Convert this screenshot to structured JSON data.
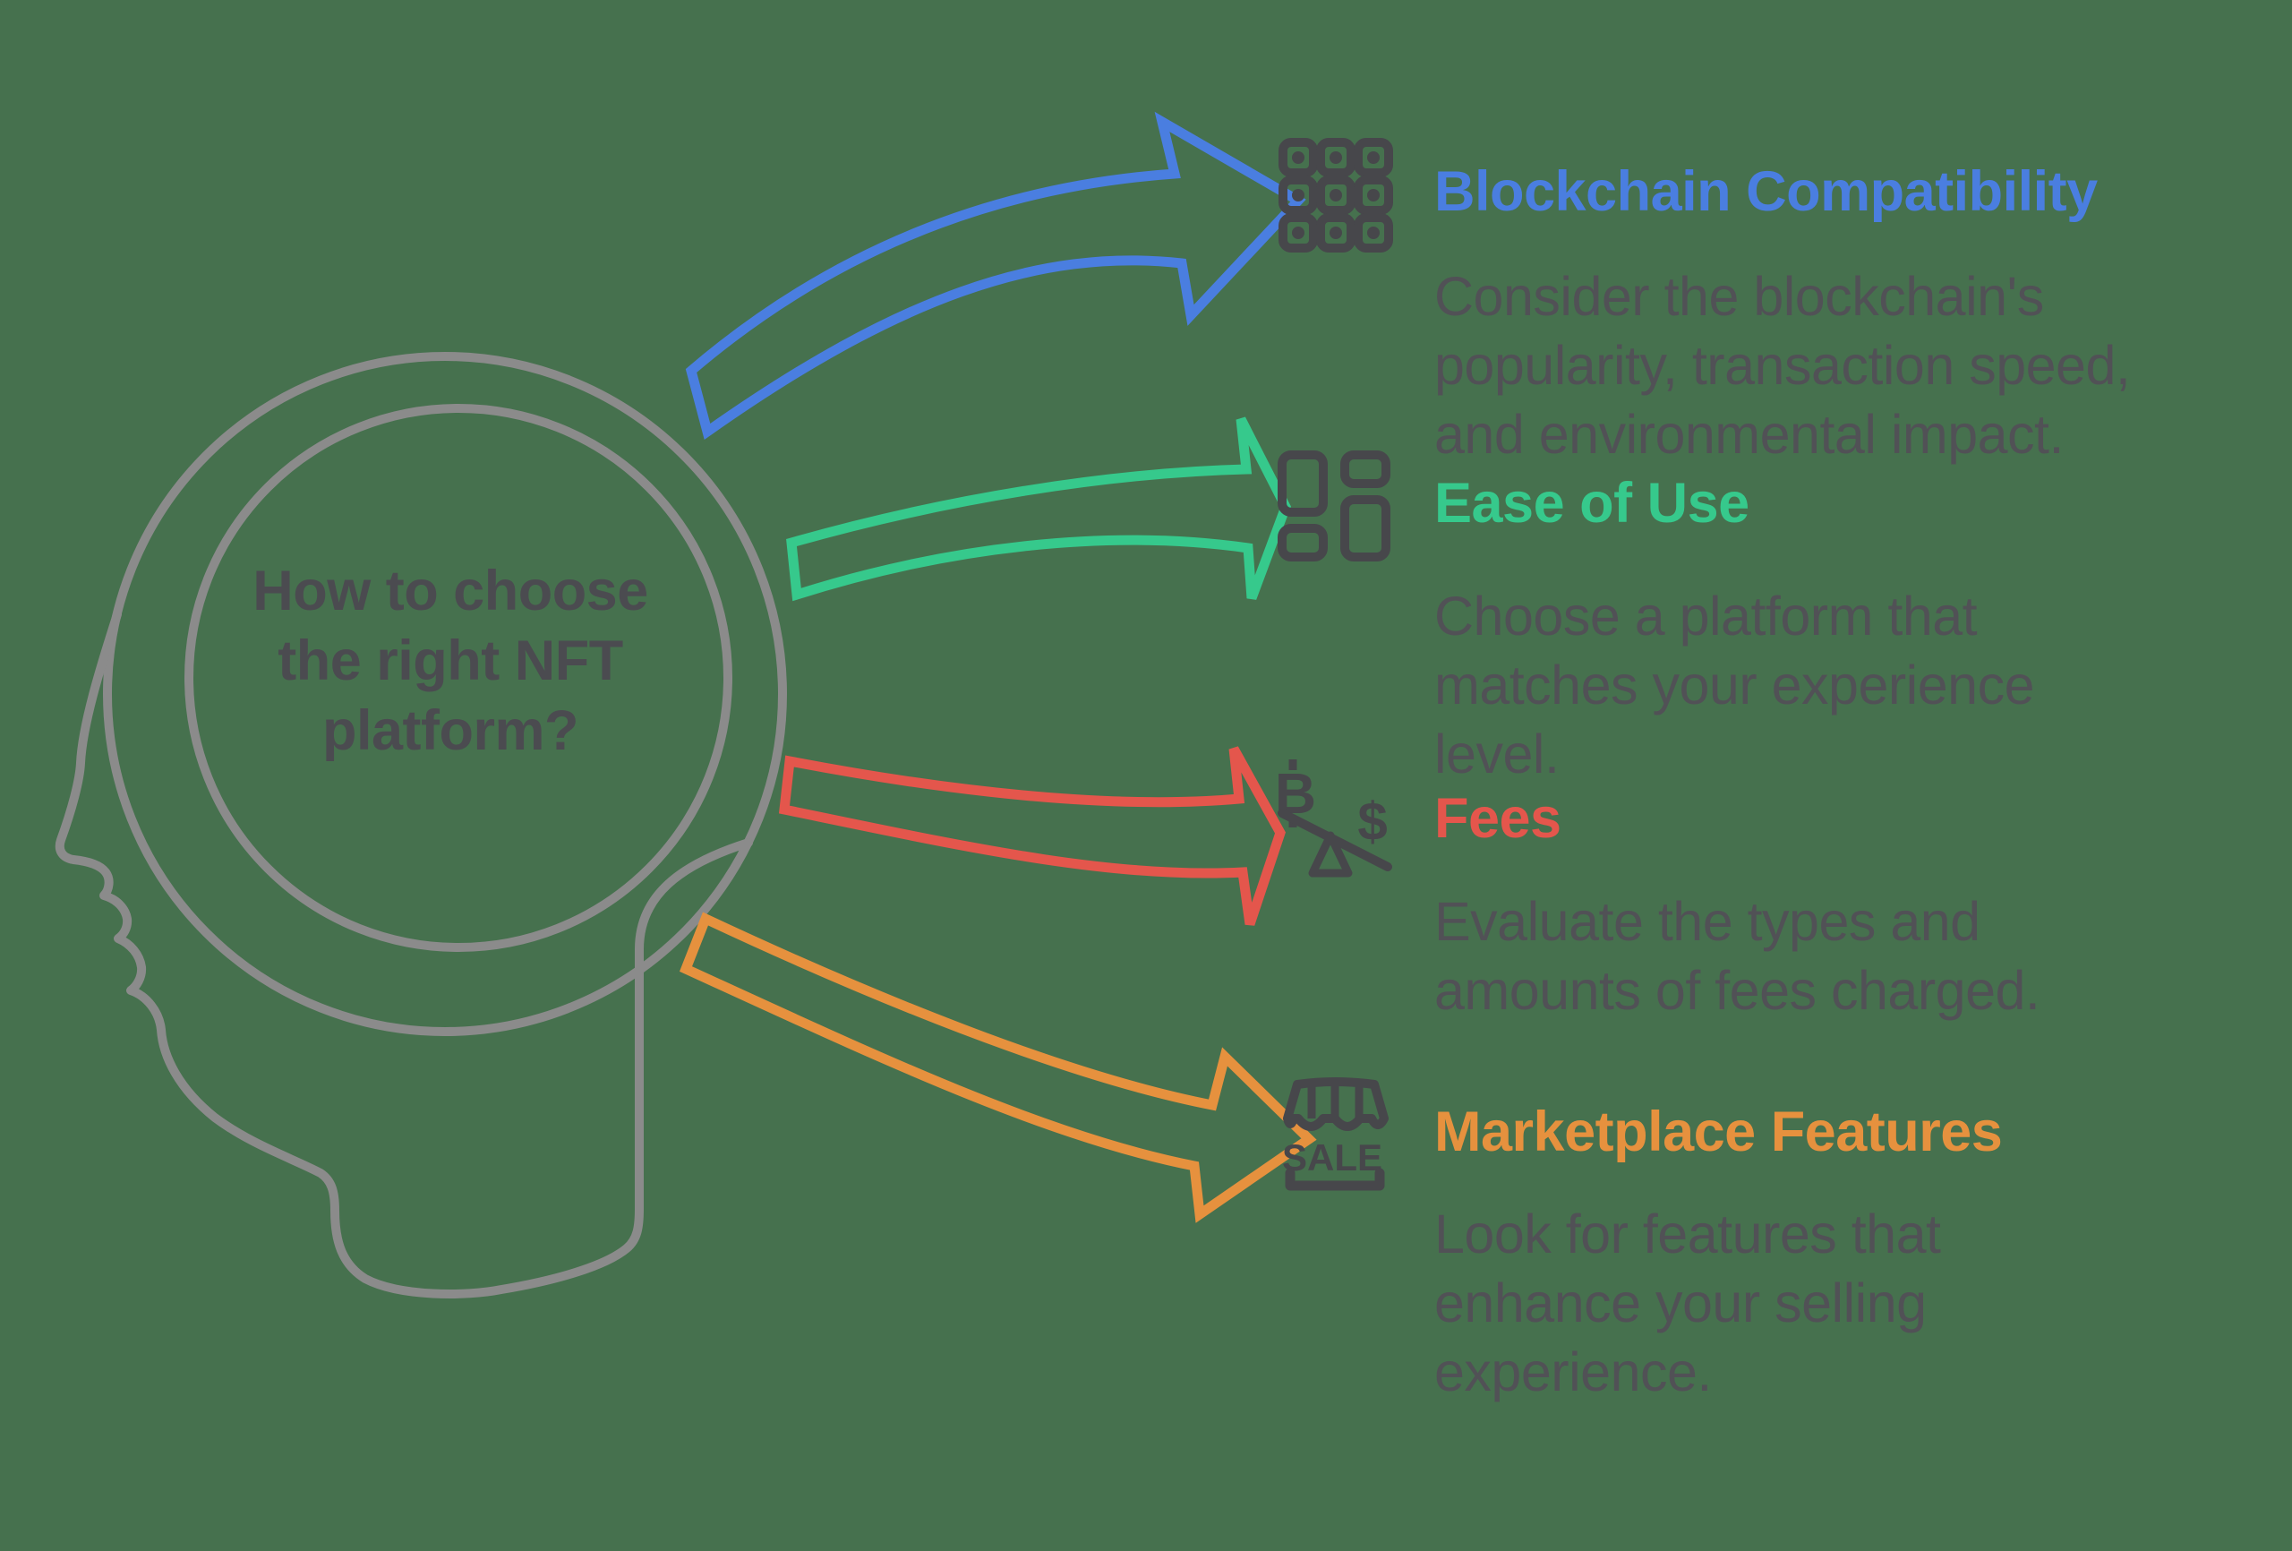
{
  "background_color": "#46714E",
  "center": {
    "question": "How to choose\nthe right NFT\nplatform?"
  },
  "sections": [
    {
      "id": "blockchain-compatibility",
      "title": "Blockchain Compatibility",
      "color": "#4A7EE0",
      "description": "Consider the blockchain's\npopularity, transaction speed,\nand environmental impact.",
      "icon": "blockchain-grid-icon",
      "arrow_color": "#4A7EE0"
    },
    {
      "id": "ease-of-use",
      "title": "Ease of Use",
      "color": "#36C98C",
      "description": "Choose a platform that\nmatches your experience\nlevel.",
      "icon": "dashboard-layout-icon",
      "arrow_color": "#36C98C"
    },
    {
      "id": "fees",
      "title": "Fees",
      "color": "#E4564C",
      "description": "Evaluate the types and\namounts of fees charged.",
      "icon": "crypto-balance-icon",
      "arrow_color": "#E4564C"
    },
    {
      "id": "marketplace-features",
      "title": "Marketplace Features",
      "color": "#E6913E",
      "description": "Look for features that\nenhance your selling\nexperience.",
      "icon": "storefront-sale-icon",
      "arrow_color": "#E6913E"
    }
  ],
  "icon_labels": {
    "sale": "SALE",
    "btc": "B",
    "usd": "$"
  },
  "graphics": {
    "head_outline_color": "#8B8B8B",
    "icon_color": "#47474B",
    "text_color": "#515156"
  }
}
